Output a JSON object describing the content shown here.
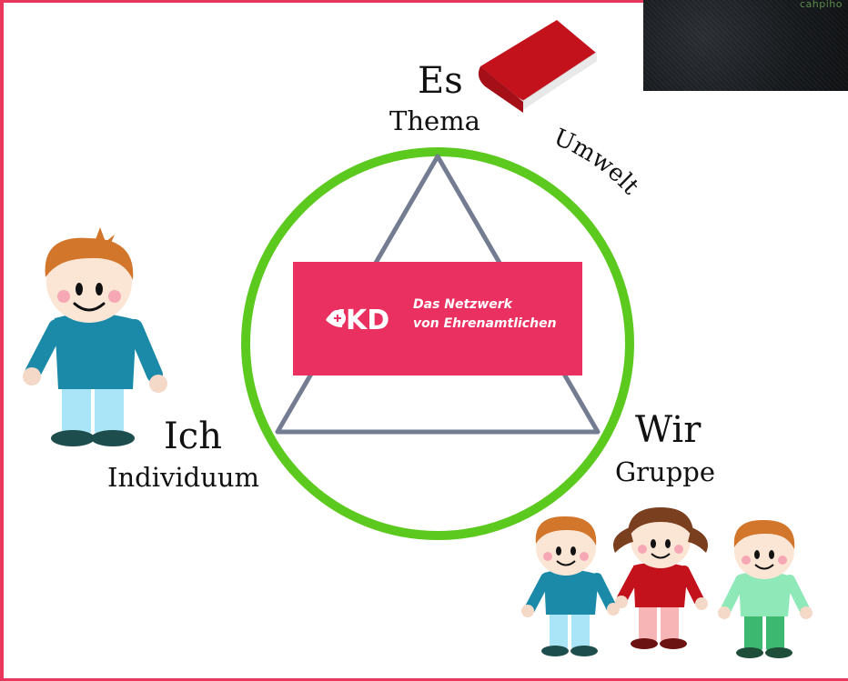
{
  "labels": {
    "es": "Es",
    "thema": "Thema",
    "umwelt": "Umwelt",
    "ich": "Ich",
    "individuum": "Individuum",
    "wir": "Wir",
    "gruppe": "Gruppe"
  },
  "logo": {
    "mark": "KD",
    "line1": "Das Netzwerk",
    "line2": "von Ehrenamtlichen"
  },
  "video_thumbnail": {
    "label": "cahpiho"
  },
  "colors": {
    "accent": "#e8365d",
    "circle": "#5cc91e",
    "triangle": "#737c90",
    "logo_bg": "#ea3060",
    "book": "#c4121c"
  }
}
